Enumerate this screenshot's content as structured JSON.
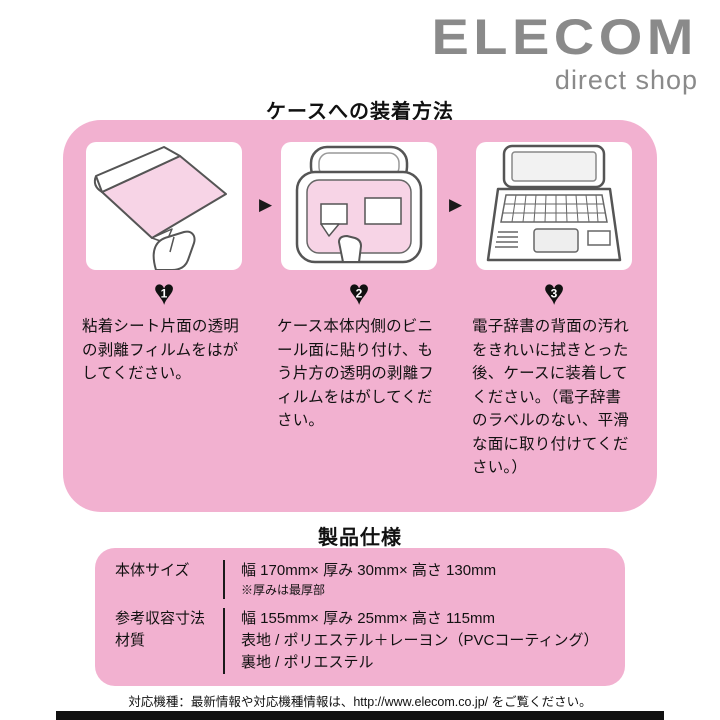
{
  "brand": {
    "name": "ELECOM",
    "tagline": "direct shop"
  },
  "icons": {
    "arrow": "▶",
    "heart": "♥"
  },
  "attach": {
    "title": "ケースへの装着方法",
    "steps": [
      {
        "num": "1",
        "text": "粘着シート片面の透明の剥離フィルムをはがしてください。"
      },
      {
        "num": "2",
        "text": "ケース本体内側のビニール面に貼り付け、もう片方の透明の剥離フィルムをはがしてください。"
      },
      {
        "num": "3",
        "text": "電子辞書の背面の汚れをきれいに拭きとった後、ケースに装着してください。（電子辞書のラベルのない、平滑な面に取り付けてください。）"
      }
    ]
  },
  "specs": {
    "title": "製品仕様",
    "rows": [
      {
        "label": "本体サイズ",
        "value": "幅 170mm× 厚み 30mm× 高さ 130mm",
        "note": "※厚みは最厚部"
      },
      {
        "label": "参考収容寸法",
        "value": "幅 155mm× 厚み 25mm× 高さ 115mm"
      },
      {
        "label": "材質",
        "value": "表地 / ポリエステル＋レーヨン（PVCコーティング）",
        "value2": "裏地 / ポリエステル"
      }
    ]
  },
  "footer": {
    "note": "対応機種：最新情報や対応機種情報は、http://www.elecom.co.jp/ をご覧ください。"
  },
  "colors": {
    "pink": "#f2b1d0",
    "panel_pink": "#f7d4e6",
    "logo_gray": "#8a8a8a"
  }
}
